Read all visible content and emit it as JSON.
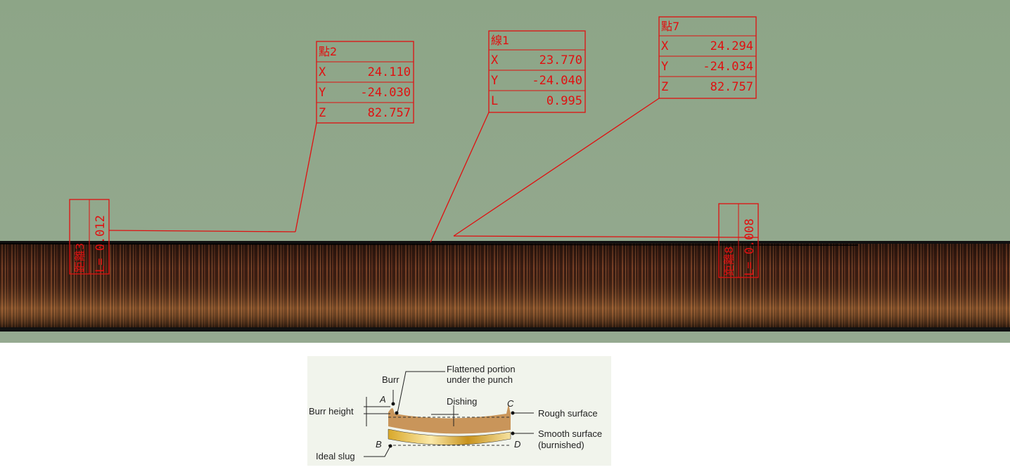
{
  "measurements": {
    "point2": {
      "title": "點2",
      "rows": [
        {
          "k": "X",
          "v": "24.110"
        },
        {
          "k": "Y",
          "v": "-24.030"
        },
        {
          "k": "Z",
          "v": "82.757"
        }
      ]
    },
    "line1": {
      "title": "線1",
      "rows": [
        {
          "k": "X",
          "v": "23.770"
        },
        {
          "k": "Y",
          "v": "-24.040"
        },
        {
          "k": "L",
          "v": "0.995"
        }
      ]
    },
    "point7": {
      "title": "點7",
      "rows": [
        {
          "k": "X",
          "v": "24.294"
        },
        {
          "k": "Y",
          "v": "-24.034"
        },
        {
          "k": "Z",
          "v": "82.757"
        }
      ]
    },
    "distance3": {
      "title": "距離3",
      "value": "L= 0.012"
    },
    "distance8": {
      "title": "距離8",
      "value": "L= 0.008"
    }
  },
  "diagram": {
    "flattened": [
      "Flattened portion",
      "under the punch"
    ],
    "burr": "Burr",
    "burr_height": "Burr height",
    "dishing": "Dishing",
    "rough_surface": "Rough surface",
    "smooth_surface": [
      "Smooth surface",
      "(burnished)"
    ],
    "ideal_slug": "Ideal slug",
    "points": {
      "a": "A",
      "b": "B",
      "c": "C",
      "d": "D"
    }
  },
  "colors": {
    "annotation": "#e01010",
    "background": "#8fa48a"
  }
}
